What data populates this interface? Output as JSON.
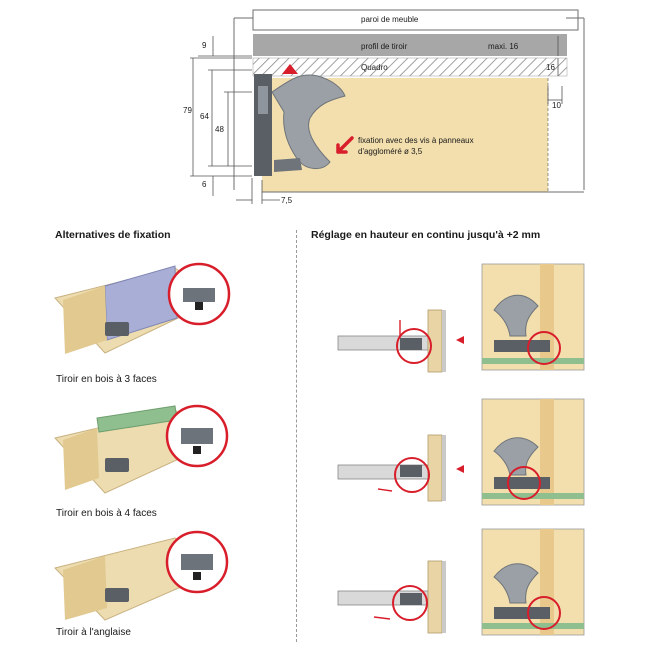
{
  "top_diagram": {
    "furniture_wall_label": "paroi de meuble",
    "drawer_profile_label": "profil de tiroir",
    "max_label": "maxi. 16",
    "quadro_label": "Quadro",
    "fixing_note_line1": "fixation avec des vis à panneaux",
    "fixing_note_line2": "d'aggloméré ø 3,5",
    "dimensions": {
      "d9": "9",
      "d79": "79",
      "d64": "64",
      "d48": "48",
      "d6": "6",
      "d7_5": "7,5",
      "d16": "16",
      "d10": "10"
    }
  },
  "left_section": {
    "title": "Alternatives de fixation",
    "items": [
      {
        "caption": "Tiroir en bois à 3 faces"
      },
      {
        "caption": "Tiroir en bois à 4 faces"
      },
      {
        "caption": "Tiroir à l'anglaise"
      }
    ]
  },
  "right_section": {
    "title": "Réglage en hauteur en continu jusqu'à +2 mm"
  },
  "colors": {
    "panel_beige": "#f3dfae",
    "profile_grey": "#a7a7a7",
    "highlight_red": "#d81e2b",
    "slot_blue": "#a9aed6",
    "slot_green": "#8fbf8f",
    "wood": "#e8d4a4",
    "metal_dark": "#5a5f66"
  }
}
